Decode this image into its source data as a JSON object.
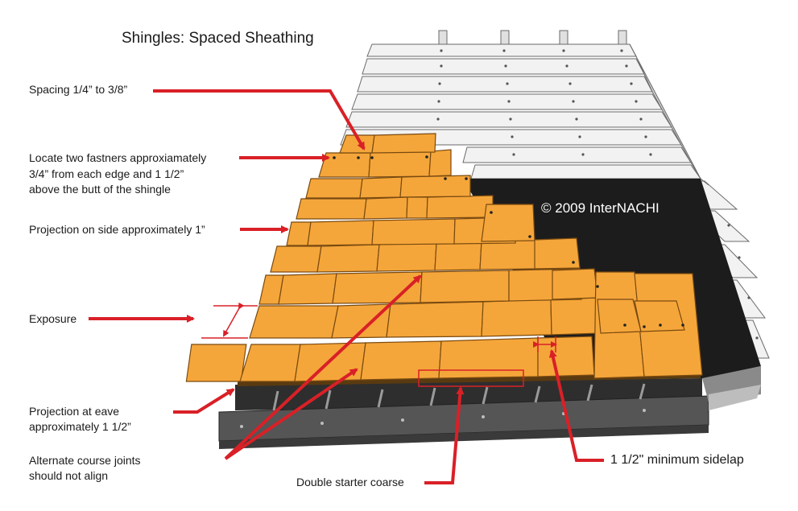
{
  "title": "Shingles: Spaced Sheathing",
  "copyright": "© 2009  InterNACHI",
  "labels": {
    "spacing": "Spacing 1/4” to 3/8”",
    "fasteners_1": "Locate two fastners approxiamately",
    "fasteners_2": "3/4” from each edge and 1 1/2”",
    "fasteners_3": "above the butt of the shingle",
    "projection_side": "Projection on side approximately 1”",
    "exposure": "Exposure",
    "projection_eave_1": "Projection at eave",
    "projection_eave_2": "approximately 1 1/2”",
    "alternate_1": "Alternate course joints",
    "alternate_2": "should not align",
    "double_starter": "Double starter coarse",
    "sidelap": "1 1/2\" minimum sidelap"
  },
  "colors": {
    "shingle": "#f5a63a",
    "shingle_edge": "#7a4a10",
    "arrow": "#d92027",
    "underlay": "#1c1c1c",
    "sheathing": "#f2f2f2",
    "fascia": "#4a4a4a"
  }
}
